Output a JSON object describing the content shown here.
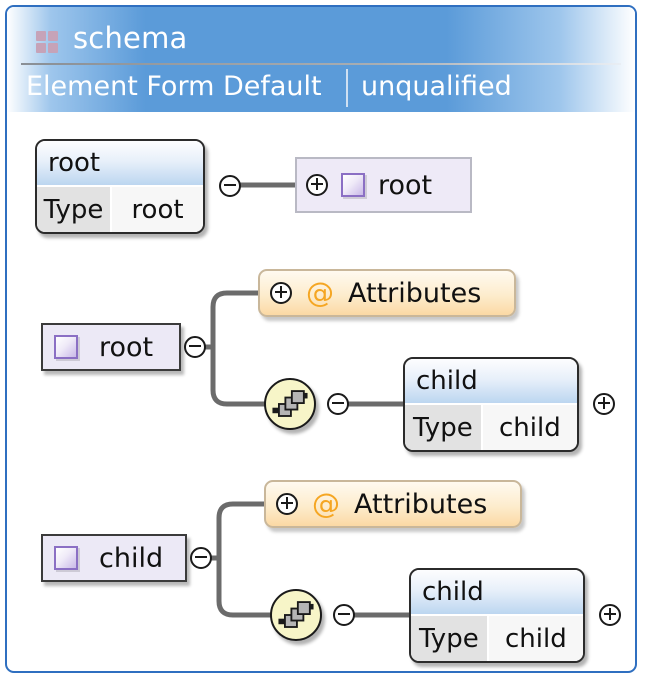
{
  "window": {
    "title": "schema",
    "title_icon": "schema-grid-icon",
    "border_color": "#2f6fc0",
    "header_color": "#5b9bd9"
  },
  "header": {
    "property_label": "Element Form Default",
    "property_value": "unqualified"
  },
  "diagram": {
    "type": "xsd-schema-tree",
    "toggle_minus": "⊖",
    "toggle_plus": "⊕",
    "at_symbol": "@",
    "rows": [
      {
        "id": "row-root-type",
        "type_box": {
          "name": "root",
          "key": "Type",
          "value": "root"
        },
        "toggle": "minus",
        "element": {
          "toggle": "plus",
          "icon": "element-square-icon",
          "label": "root"
        }
      },
      {
        "id": "row-root-element",
        "element": {
          "icon": "element-square-icon",
          "label": "root"
        },
        "toggle": "minus",
        "attributes": {
          "toggle": "plus",
          "symbol": "@",
          "label": "Attributes"
        },
        "sequence": {
          "icon": "sequence-compositor-icon",
          "toggle": "minus"
        },
        "type_box": {
          "name": "child",
          "key": "Type",
          "value": "child",
          "toggle": "plus"
        }
      },
      {
        "id": "row-child-element",
        "element": {
          "icon": "element-square-icon",
          "label": "child"
        },
        "toggle": "minus",
        "attributes": {
          "toggle": "plus",
          "symbol": "@",
          "label": "Attributes"
        },
        "sequence": {
          "icon": "sequence-compositor-icon",
          "toggle": "minus"
        },
        "type_box": {
          "name": "child",
          "key": "Type",
          "value": "child",
          "toggle": "plus"
        }
      }
    ]
  }
}
